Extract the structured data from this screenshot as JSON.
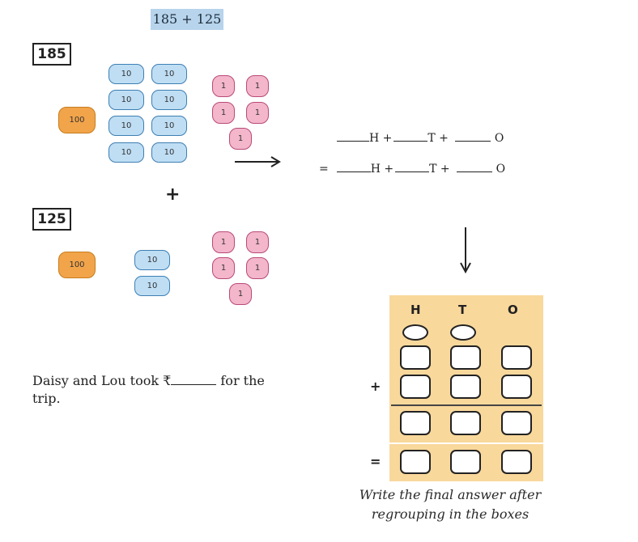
{
  "title": "185 + 125",
  "first_number": "185",
  "second_number": "125",
  "plus_sign": "+",
  "block_labels": {
    "hundred": "100",
    "ten": "10",
    "one": "1"
  },
  "equation": {
    "h": "H +",
    "t": "T +",
    "o": "O",
    "equals": "="
  },
  "grid": {
    "headers": [
      "H",
      "T",
      "O"
    ],
    "plus": "+",
    "equals": "=",
    "fill_color": "#f9d89c"
  },
  "story": {
    "before": "Daisy and Lou took ₹",
    "after": " for the",
    "line2": "trip."
  },
  "caption": [
    "Write the final answer after",
    "regrouping in the boxes"
  ],
  "colors": {
    "hundred": "#f2a44a",
    "ten": "#bfdef4",
    "one": "#f3b6ca",
    "title_bg": "#b7d4ec"
  }
}
